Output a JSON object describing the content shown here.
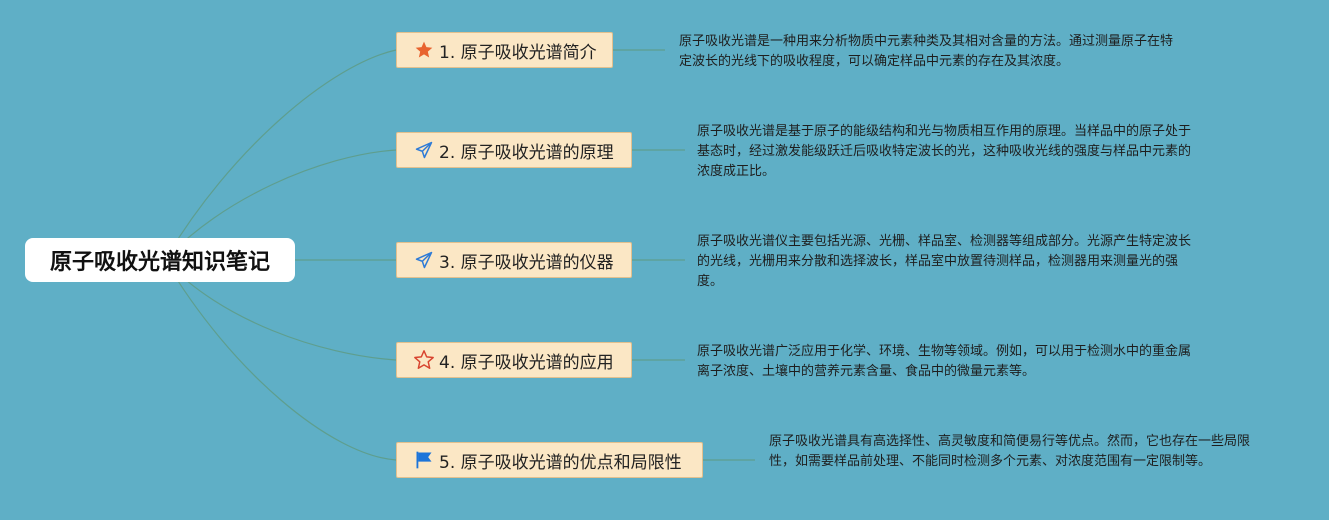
{
  "root": {
    "title": "原子吸收光谱知识笔记"
  },
  "topics": [
    {
      "label": "1. 原子吸收光谱简介",
      "icon": "star-filled-icon",
      "desc": "原子吸收光谱是一种用来分析物质中元素种类及其相对含量的方法。通过测量原子在特定波长的光线下的吸收程度，可以确定样品中元素的存在及其浓度。"
    },
    {
      "label": "2. 原子吸收光谱的原理",
      "icon": "paper-plane-icon",
      "desc": "原子吸收光谱是基于原子的能级结构和光与物质相互作用的原理。当样品中的原子处于基态时，经过激发能级跃迁后吸收特定波长的光，这种吸收光线的强度与样品中元素的浓度成正比。"
    },
    {
      "label": "3. 原子吸收光谱的仪器",
      "icon": "paper-plane-icon",
      "desc": "原子吸收光谱仪主要包括光源、光栅、样品室、检测器等组成部分。光源产生特定波长的光线，光栅用来分散和选择波长，样品室中放置待测样品，检测器用来测量光的强度。"
    },
    {
      "label": "4. 原子吸收光谱的应用",
      "icon": "star-outline-icon",
      "desc": "原子吸收光谱广泛应用于化学、环境、生物等领域。例如，可以用于检测水中的重金属离子浓度、土壤中的营养元素含量、食品中的微量元素等。"
    },
    {
      "label": "5. 原子吸收光谱的优点和局限性",
      "icon": "flag-icon",
      "desc": "原子吸收光谱具有高选择性、高灵敏度和简便易行等优点。然而，它也存在一些局限性，如需要样品前处理、不能同时检测多个元素、对浓度范围有一定限制等。"
    }
  ],
  "colors": {
    "background": "#5fafc6",
    "connector": "#5e9e8e",
    "star_filled": "#e8632f",
    "star_outline": "#d8442f",
    "plane": "#2f7bd6",
    "flag": "#1c74d9"
  }
}
